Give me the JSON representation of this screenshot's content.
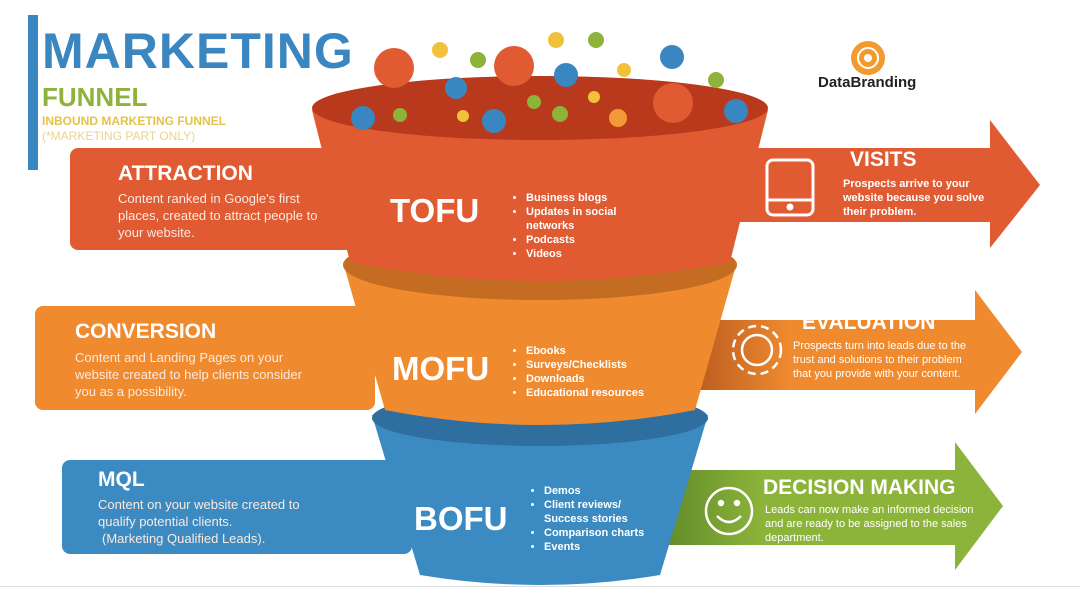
{
  "header": {
    "title": "MARKETING",
    "subtitle": "FUNNEL",
    "tagline": "INBOUND MARKETING FUNNEL",
    "note": "(*MARKETING PART ONLY)"
  },
  "logo": {
    "name": "DataBranding"
  },
  "colors": {
    "blue": "#3a86c0",
    "green": "#8db33a",
    "red": "#e05a32",
    "orange": "#ef8a2f",
    "yellow": "#e6c24a"
  },
  "stages": [
    {
      "left_title": "ATTRACTION",
      "left_text": "Content ranked in Google's first places, created to attract people to your website.",
      "stage": "TOFU",
      "items": [
        "Business blogs",
        "Updates in social networks",
        "Podcasts",
        "Videos"
      ],
      "right_title": "VISITS",
      "right_text": "Prospects arrive to your website because you solve their problem.",
      "icon": "tablet-icon"
    },
    {
      "left_title": "CONVERSION",
      "left_text": "Content and Landing Pages on your website created to help clients consider you as a possibility.",
      "stage": "MOFU",
      "items": [
        "Ebooks",
        "Surveys/Checklists",
        "Downloads",
        "Educational resources"
      ],
      "right_title": "EVALUATION",
      "right_text": "Prospects turn into leads due to the trust and solutions to their problem that you provide with your content.",
      "icon": "gear-icon"
    },
    {
      "left_title": "MQL",
      "left_text": "Content on your website created to qualify potential clients.",
      "left_text2": "(Marketing Qualified Leads).",
      "stage": "BOFU",
      "items": [
        "Demos",
        "Client reviews/ Success stories",
        "Comparison charts",
        "Events"
      ],
      "right_title": "DECISION MAKING",
      "right_text": "Leads can now make an informed decision and are ready to be assigned to the sales department.",
      "icon": "smiley-icon"
    }
  ]
}
